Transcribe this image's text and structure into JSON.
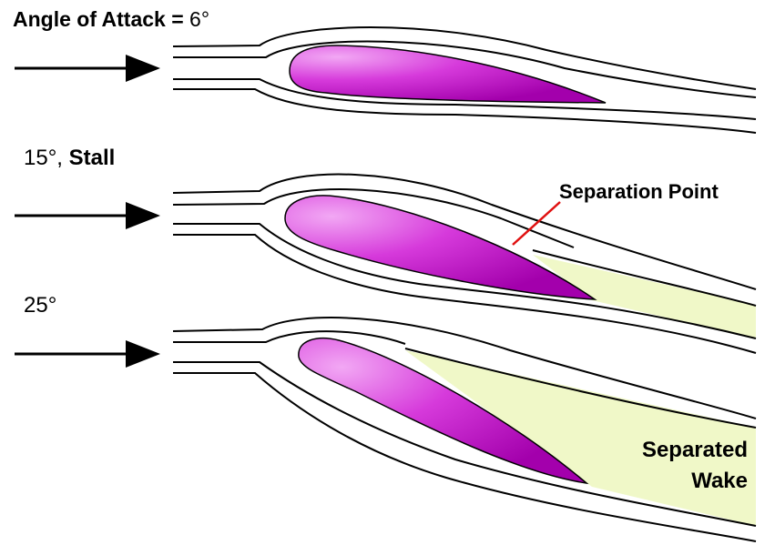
{
  "heading": {
    "bold": "Angle of Attack",
    "sign": "=",
    "value": "6°"
  },
  "panel2": {
    "angle": "15°",
    "sep": ",",
    "state": "Stall"
  },
  "panel3": {
    "angle": "25°"
  },
  "annotations": {
    "separation_point": "Separation Point",
    "wake_line1": "Separated",
    "wake_line2": "Wake"
  },
  "colors": {
    "airfoil": "#c000c8",
    "airfoil_highlight": "#f2a8f4",
    "wake": "#f0f8c8",
    "streamline": "#000000",
    "pointer": "#e01010"
  },
  "icons": [
    "flow-arrow-icon"
  ]
}
